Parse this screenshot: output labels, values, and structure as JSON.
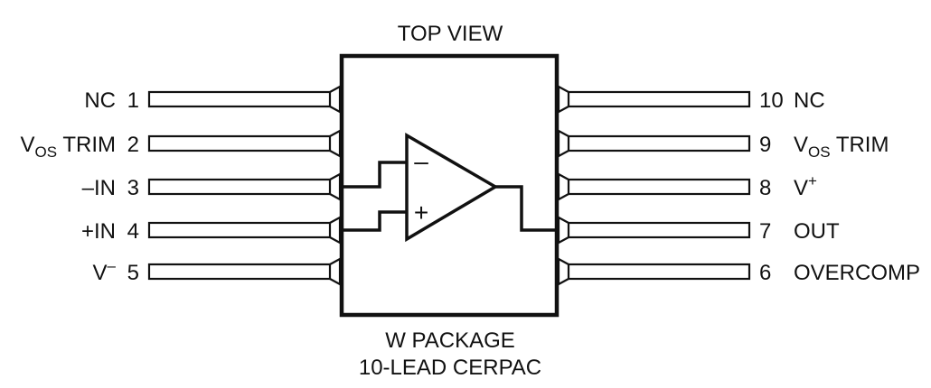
{
  "diagram": {
    "view_label": "TOP VIEW",
    "package_line1": "W PACKAGE",
    "package_line2": "10-LEAD CERPAC",
    "ink_color": "#111111",
    "opamp": {
      "minus_symbol": "–",
      "plus_symbol": "+"
    },
    "left_pins": [
      {
        "number": "1",
        "name": "NC",
        "name_sub": "",
        "name_sup": ""
      },
      {
        "number": "2",
        "name": "V",
        "name_sub": "OS",
        "name_sup": "",
        "name_tail": " TRIM"
      },
      {
        "number": "3",
        "name": "–IN",
        "name_sub": "",
        "name_sup": ""
      },
      {
        "number": "4",
        "name": "+IN",
        "name_sub": "",
        "name_sup": ""
      },
      {
        "number": "5",
        "name": "V",
        "name_sub": "",
        "name_sup": "–"
      }
    ],
    "right_pins": [
      {
        "number": "10",
        "name": "NC",
        "name_sub": "",
        "name_sup": ""
      },
      {
        "number": "9",
        "name": "V",
        "name_sub": "OS",
        "name_sup": "",
        "name_tail": " TRIM"
      },
      {
        "number": "8",
        "name": "V",
        "name_sub": "",
        "name_sup": "+"
      },
      {
        "number": "7",
        "name": "OUT",
        "name_sub": "",
        "name_sup": ""
      },
      {
        "number": "6",
        "name": "OVERCOMP",
        "name_sub": "",
        "name_sup": ""
      }
    ]
  }
}
